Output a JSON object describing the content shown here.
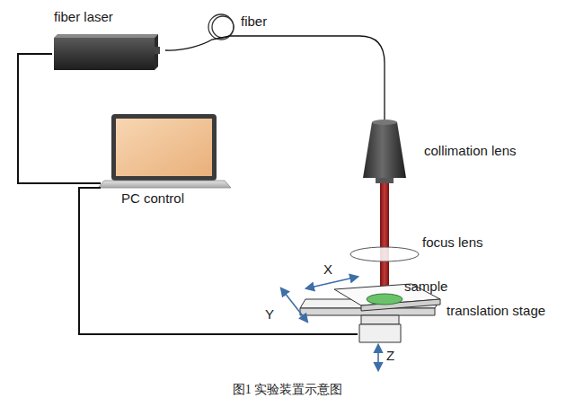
{
  "diagram": {
    "caption": "图1 实验装置示意图",
    "nodes": [
      {
        "text": [
          "fiber laser"
        ]
      },
      {
        "text": [
          "PC control"
        ]
      },
      {
        "text": [
          "collimation lens"
        ]
      },
      {
        "text": [
          "focus lens"
        ]
      },
      {
        "text": [
          "sample"
        ]
      },
      {
        "text": [
          "translation stage"
        ]
      }
    ],
    "edges": [
      {
        "from": 0,
        "to": 2,
        "arrow": "none"
      },
      {
        "from": 0,
        "to": 1,
        "arrow": "none"
      },
      {
        "from": 1,
        "to": 5,
        "arrow": "none"
      }
    ],
    "labels": [
      "fiber",
      "X",
      "Y",
      "Z"
    ]
  }
}
